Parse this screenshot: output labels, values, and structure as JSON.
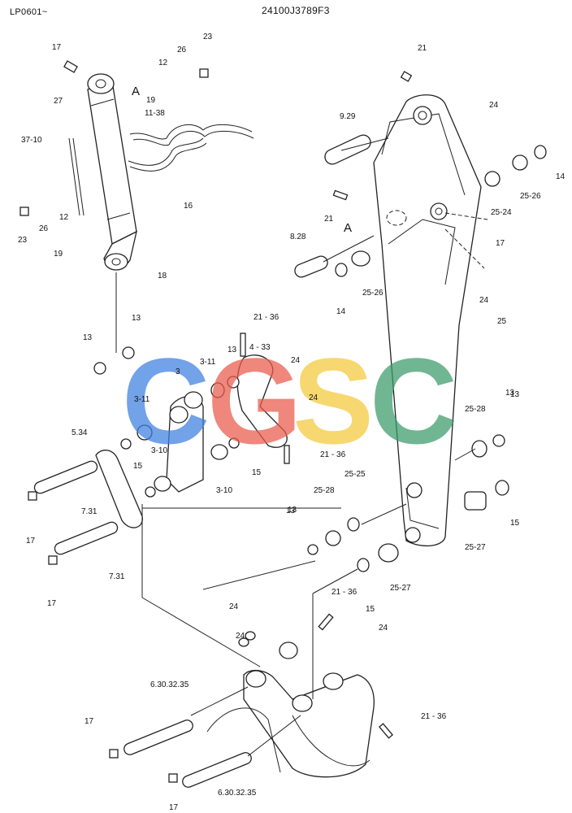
{
  "header": {
    "left_text": "LP0601~",
    "center_text": "24100J3789F3"
  },
  "watermark": {
    "letters": [
      "C",
      "G",
      "S",
      "C"
    ],
    "colors": [
      "#3d7fe0",
      "#ea5a4a",
      "#f5c83a",
      "#3a9b6a"
    ]
  },
  "detail_marker": "A",
  "callouts": {
    "c17a": "17",
    "c23a": "23",
    "c26a": "26",
    "c12a": "12",
    "c19a": "19",
    "c11_38": "11-38",
    "c27": "27",
    "c37_10": "37-10",
    "c16": "16",
    "c12b": "12",
    "c26b": "26",
    "c23b": "23",
    "c19b": "19",
    "c18": "18",
    "c21a": "21",
    "c24a": "24",
    "c9_29": "9.29",
    "c14a": "14",
    "c25_26a": "25-26",
    "c21b": "21",
    "c25_24": "25-24",
    "c17b": "17",
    "c8_28": "8.28",
    "c25_26b": "25-26",
    "c14b": "14",
    "c24b": "24",
    "c25": "25",
    "c13a": "13",
    "c13b": "13",
    "c21_36a": "21 - 36",
    "c13c": "13",
    "c4_33": "4 - 33",
    "c3_11a": "3-11",
    "c24c": "24",
    "c3": "3",
    "c24d": "24",
    "c3_11b": "3-11",
    "c13d": "13",
    "c5_34": "5.34",
    "c3_10a": "3-10",
    "c21_36b": "21 - 36",
    "c15a": "15",
    "c3_10b": "3-10",
    "c15b": "15",
    "c25_25": "25-25",
    "c25_28a": "25-28",
    "c13e": "13",
    "c25_28b": "25-28",
    "c13f": "13",
    "c17c": "17",
    "c7_31a": "7.31",
    "c13g": "13",
    "c15c": "15",
    "c25_27a": "25-27",
    "c17d": "17",
    "c7_31b": "7.31",
    "c25_27b": "25-27",
    "c15d": "15",
    "c21_36c": "21 - 36",
    "c24e": "24",
    "c24f": "24",
    "c24g": "24",
    "c6_30a": "6.30.32.35",
    "c21_36d": "21 - 36",
    "c17e": "17",
    "c6_30b": "6.30.32.35",
    "c17f": "17"
  }
}
